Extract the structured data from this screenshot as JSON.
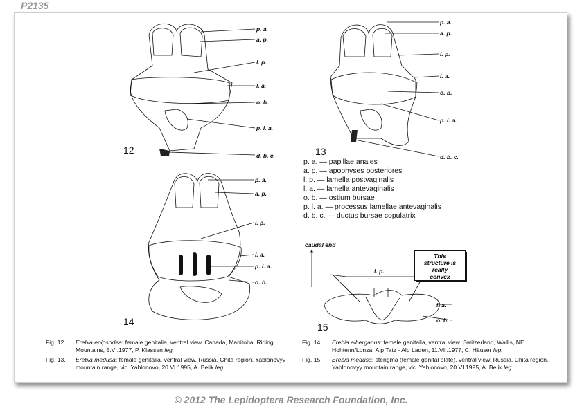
{
  "page_id": "P2135",
  "copyright": "© 2012 The Lepidoptera Research Foundation, Inc.",
  "figures": {
    "fig12": {
      "number": "12",
      "labels": [
        "p. a.",
        "a. p.",
        "l. p.",
        "l. a.",
        "o. b.",
        "p. l. a.",
        "d. b. c."
      ]
    },
    "fig13": {
      "number": "13",
      "labels": [
        "p. a.",
        "a. p.",
        "l. p.",
        "l. a.",
        "o. b.",
        "p. l. a.",
        "d. b. c."
      ]
    },
    "fig14": {
      "number": "14",
      "labels": [
        "p. a.",
        "a. p.",
        "l. p.",
        "l. a.",
        "p. l. a.",
        "o. b."
      ]
    },
    "fig15": {
      "number": "15",
      "labels": [
        "l. p.",
        "l. a.",
        "o. b."
      ],
      "axis_label": "caudal end",
      "note": [
        "This",
        "structure is",
        "really",
        "convex"
      ]
    }
  },
  "legend": [
    "p. a. — papillae anales",
    "a. p. — apophyses posteriores",
    "l. p. — lamella postvaginalis",
    "l. a. — lamella antevaginalis",
    "o. b. — ostium bursae",
    "p. l. a. — processus lamellae antevaginalis",
    "d. b. c. — ductus bursae copulatrix"
  ],
  "captions": [
    {
      "num": "Fig. 12.",
      "species": "Erebia epipsodea",
      "text": ": female genitalia, ventral view. Canada, Manitoba, Riding Mountains, 5.VI.1977, P. Klassen ",
      "tail": "leg."
    },
    {
      "num": "Fig. 13.",
      "species": "Erebia medusa",
      "text": ": female genitalia, ventral view. Russia, Chita region, Yablonovyy mountain range, vic. Yablonovo, 20.VI.1995, A. Belik ",
      "tail": "leg."
    },
    {
      "num": "Fig. 14.",
      "species": "Erebia alberganus",
      "text": ": female genitalia, ventral view. Switzerland, Wallis, NE Hohtenn/Lonza, Alp Tatz - Alp Laden, 11.VII.1977, C. Häuser ",
      "tail": "leg."
    },
    {
      "num": "Fig. 15.",
      "species": "Erebia medusa",
      "text": ": sterigma (female genital plate), ventral view. Russia, Chita region, Yablonovyy mountain range, vic. Yablonovo, 20.VI.1995, A. Belik ",
      "tail": "leg."
    }
  ]
}
